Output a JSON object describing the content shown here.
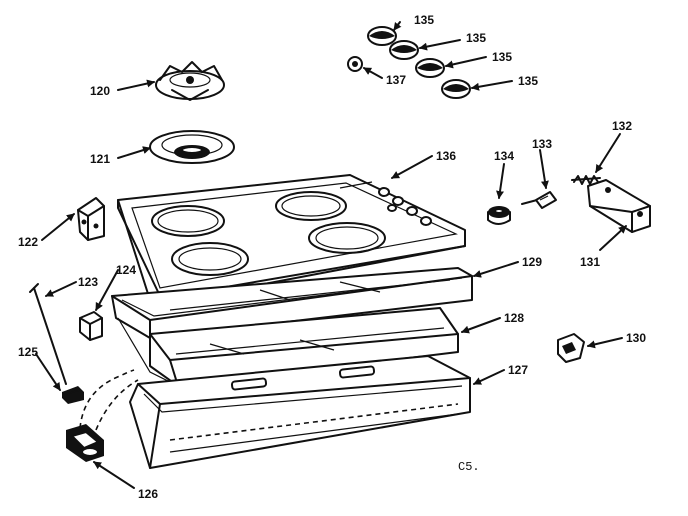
{
  "callouts": [
    "135",
    "135",
    "135",
    "135",
    "137",
    "120",
    "121",
    "136",
    "134",
    "133",
    "132",
    "122",
    "131",
    "123",
    "124",
    "129",
    "125",
    "128",
    "130",
    "127",
    "126"
  ],
  "caption": "C5."
}
